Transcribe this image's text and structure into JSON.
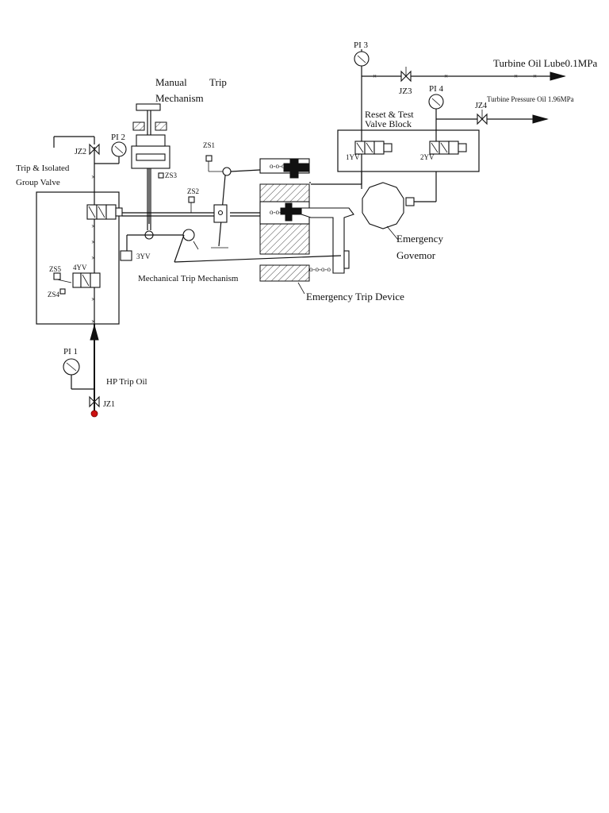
{
  "labels": {
    "manual_trip_1": "Manual",
    "manual_trip_2": "Trip",
    "manual_trip_3": "Mechanism",
    "trip_isolated_1": "Trip & Isolated",
    "trip_isolated_2": "Group Valve",
    "mechanical_trip": "Mechanical Trip Mechanism",
    "emergency_trip": "Emergency Trip Device",
    "emergency_governor_1": "Emergency",
    "emergency_governor_2": "Govemor",
    "reset_test_1": "Reset & Test",
    "reset_test_2": "Valve Block",
    "turbine_lube": "Turbine Oil Lube0.1MPa",
    "turbine_pressure": "Turbine Pressure Oil 1.96MPa",
    "hp_trip_oil": "HP Trip Oil"
  },
  "tags": {
    "pi1": "PI 1",
    "pi2": "PI 2",
    "pi3": "PI 3",
    "pi4": "PI 4",
    "jz1": "JZ1",
    "jz2": "JZ2",
    "jz3": "JZ3",
    "jz4": "JZ4",
    "zs1": "ZS1",
    "zs2": "ZS2",
    "zs3": "ZS3",
    "zs4": "ZS4",
    "zs5": "ZS5",
    "yv1": "1YV",
    "yv2": "2YV",
    "yv3": "3YV",
    "yv4": "4YV"
  },
  "colors": {
    "line": "#111111",
    "inlet_dot": "#cc1111"
  }
}
